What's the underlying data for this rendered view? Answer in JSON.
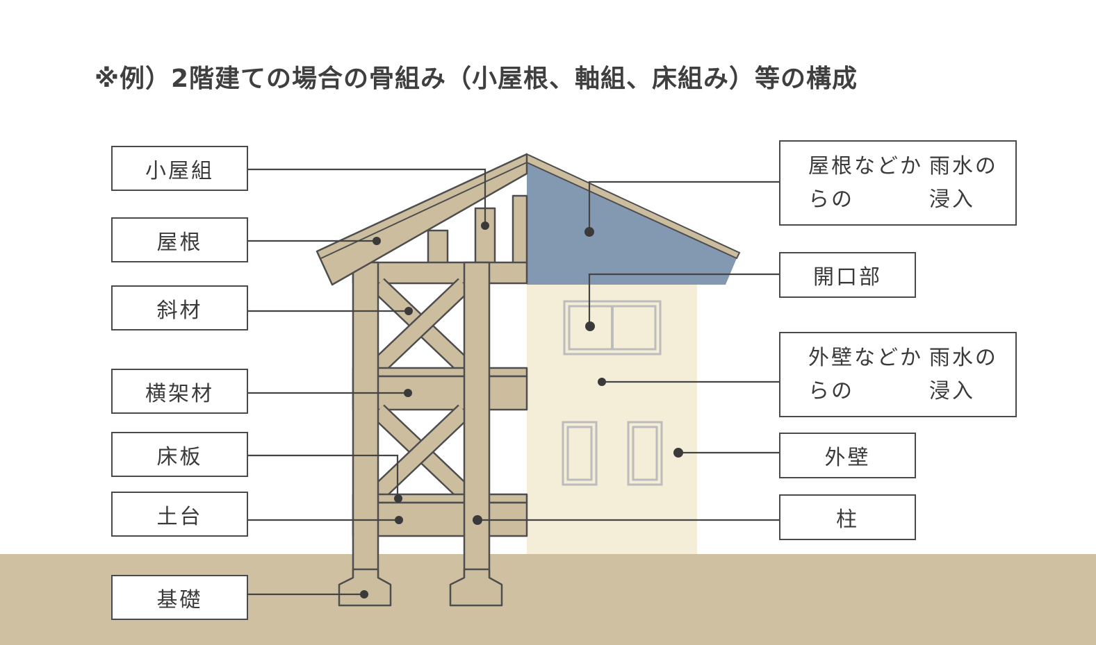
{
  "title": "※例）2階建ての場合の骨組み（小屋根、軸組、床組み）等の構成",
  "labels": {
    "koyagumi": "小屋組",
    "yane": "屋根",
    "shazai": "斜材",
    "yokokazai": "横架材",
    "yukaita": "床板",
    "dodai": "土台",
    "kiso": "基礎",
    "roof_leak_line1": "屋根などからの",
    "roof_leak_line2": "雨水の浸入",
    "kaikoubu": "開口部",
    "wall_leak_line1": "外壁などからの",
    "wall_leak_line2": "雨水の浸入",
    "gaiheki": "外壁",
    "hashira": "柱"
  },
  "colors": {
    "wood": "#cbbd9e",
    "wood_edge": "#4e4e4e",
    "ground": "#cfc0a2",
    "roof_blue": "#8399b2",
    "wall_cream": "#f4edd8",
    "window_frame": "#bcbcbc",
    "leader": "#444444"
  }
}
